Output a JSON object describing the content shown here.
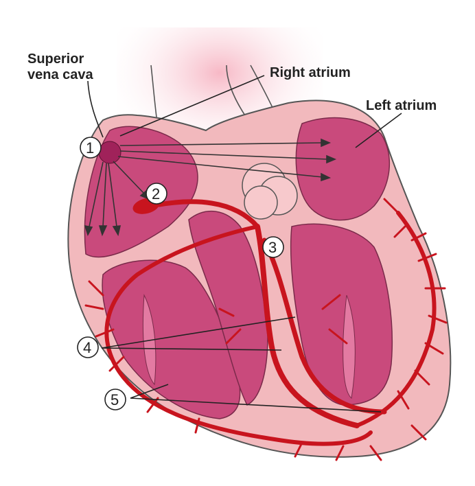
{
  "labels": {
    "superior_vena_cava_line1": "Superior",
    "superior_vena_cava_line2": "vena cava",
    "right_atrium": "Right atrium",
    "left_atrium": "Left atrium"
  },
  "markers": {
    "m1": "1",
    "m2": "2",
    "m3": "3",
    "m4": "4",
    "m5": "5"
  },
  "colors": {
    "outer_wall": "#f2b9bd",
    "chamber": "#c94a7c",
    "chamber_light": "#e37aa2",
    "conduction": "#c8141e",
    "conduction_dark": "#8e0b12",
    "vessel": "#f7c9cc",
    "outline": "#444444"
  }
}
